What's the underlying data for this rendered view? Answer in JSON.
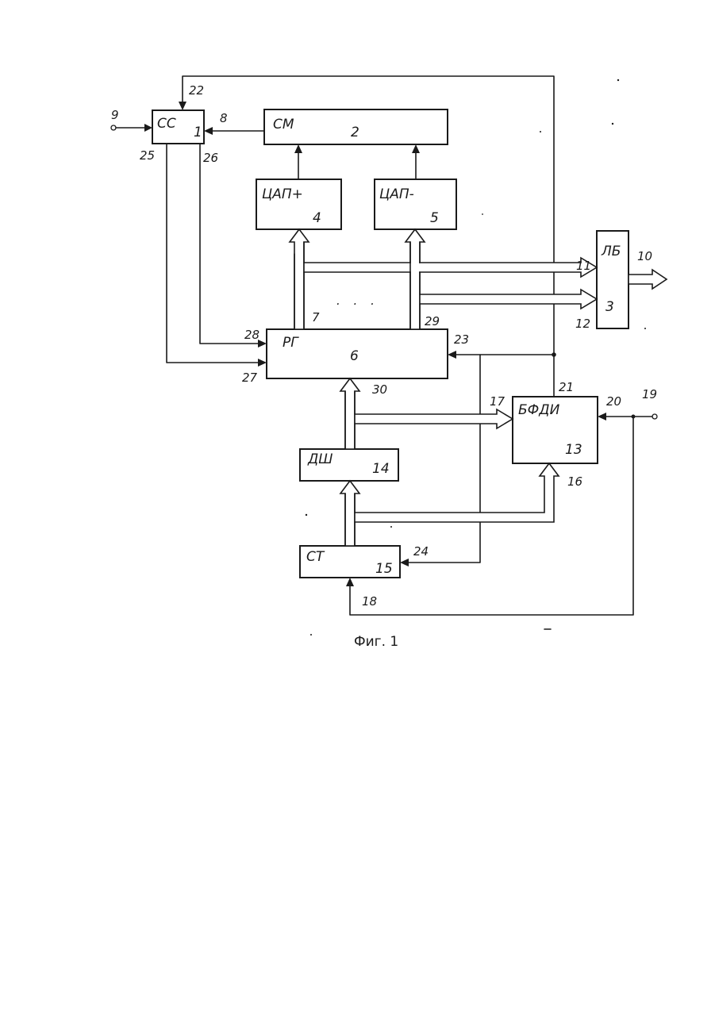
{
  "figure": {
    "caption": "Фиг. 1",
    "ellipsis": ". . ."
  },
  "blocks": {
    "ss": {
      "name": "СС",
      "num": "1"
    },
    "sm": {
      "name": "СМ",
      "num": "2"
    },
    "lb": {
      "name": "ЛБ",
      "num": "3"
    },
    "dac_plus": {
      "name": "ЦАП+",
      "num": "4"
    },
    "dac_minus": {
      "name": "ЦАП-",
      "num": "5"
    },
    "rg": {
      "name": "РГ",
      "num": "6"
    },
    "bfdi": {
      "name": "БФДИ",
      "num": "13"
    },
    "dsh": {
      "name": "ДШ",
      "num": "14"
    },
    "st": {
      "name": "СТ",
      "num": "15"
    }
  },
  "labels": {
    "l7": "7",
    "l8": "8",
    "l9": "9",
    "l10": "10",
    "l11": "11",
    "l12": "12",
    "l16": "16",
    "l17": "17",
    "l18": "18",
    "l19": "19",
    "l20": "20",
    "l21": "21",
    "l22": "22",
    "l23": "23",
    "l24": "24",
    "l25": "25",
    "l26": "26",
    "l27": "27",
    "l28": "28",
    "l29": "29",
    "l30": "30"
  }
}
